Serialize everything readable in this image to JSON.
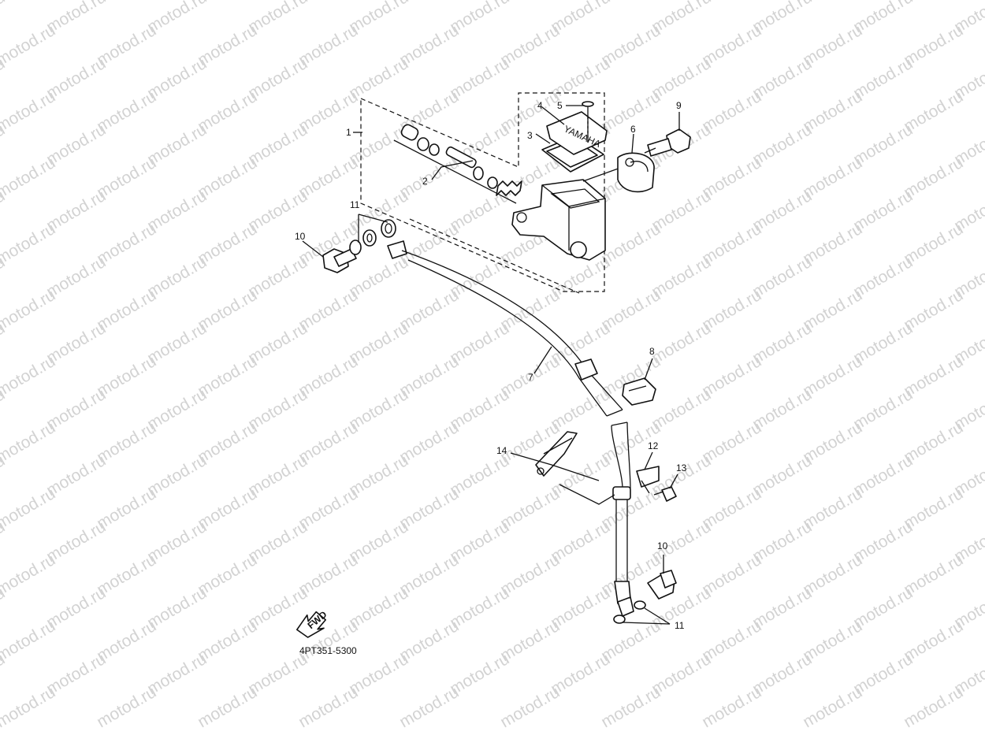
{
  "watermark": {
    "text": "motod.ru",
    "color": "#d3d3d3"
  },
  "diagram_code": "4PT351-5300",
  "fwd_arrow": {
    "text": "FWD",
    "icon": "fwd-arrow-icon"
  },
  "callouts": [
    {
      "id": "c1",
      "text": "1"
    },
    {
      "id": "c2",
      "text": "2"
    },
    {
      "id": "c3",
      "text": "3"
    },
    {
      "id": "c4",
      "text": "4"
    },
    {
      "id": "c5",
      "text": "5"
    },
    {
      "id": "c6",
      "text": "6"
    },
    {
      "id": "c7",
      "text": "7"
    },
    {
      "id": "c8",
      "text": "8"
    },
    {
      "id": "c9",
      "text": "9"
    },
    {
      "id": "c10a",
      "text": "10"
    },
    {
      "id": "c10b",
      "text": "10"
    },
    {
      "id": "c11a",
      "text": "11"
    },
    {
      "id": "c11b",
      "text": "11"
    },
    {
      "id": "c12",
      "text": "12"
    },
    {
      "id": "c13",
      "text": "13"
    },
    {
      "id": "c14",
      "text": "14"
    }
  ],
  "reservoir_marking": "YAMAHA"
}
